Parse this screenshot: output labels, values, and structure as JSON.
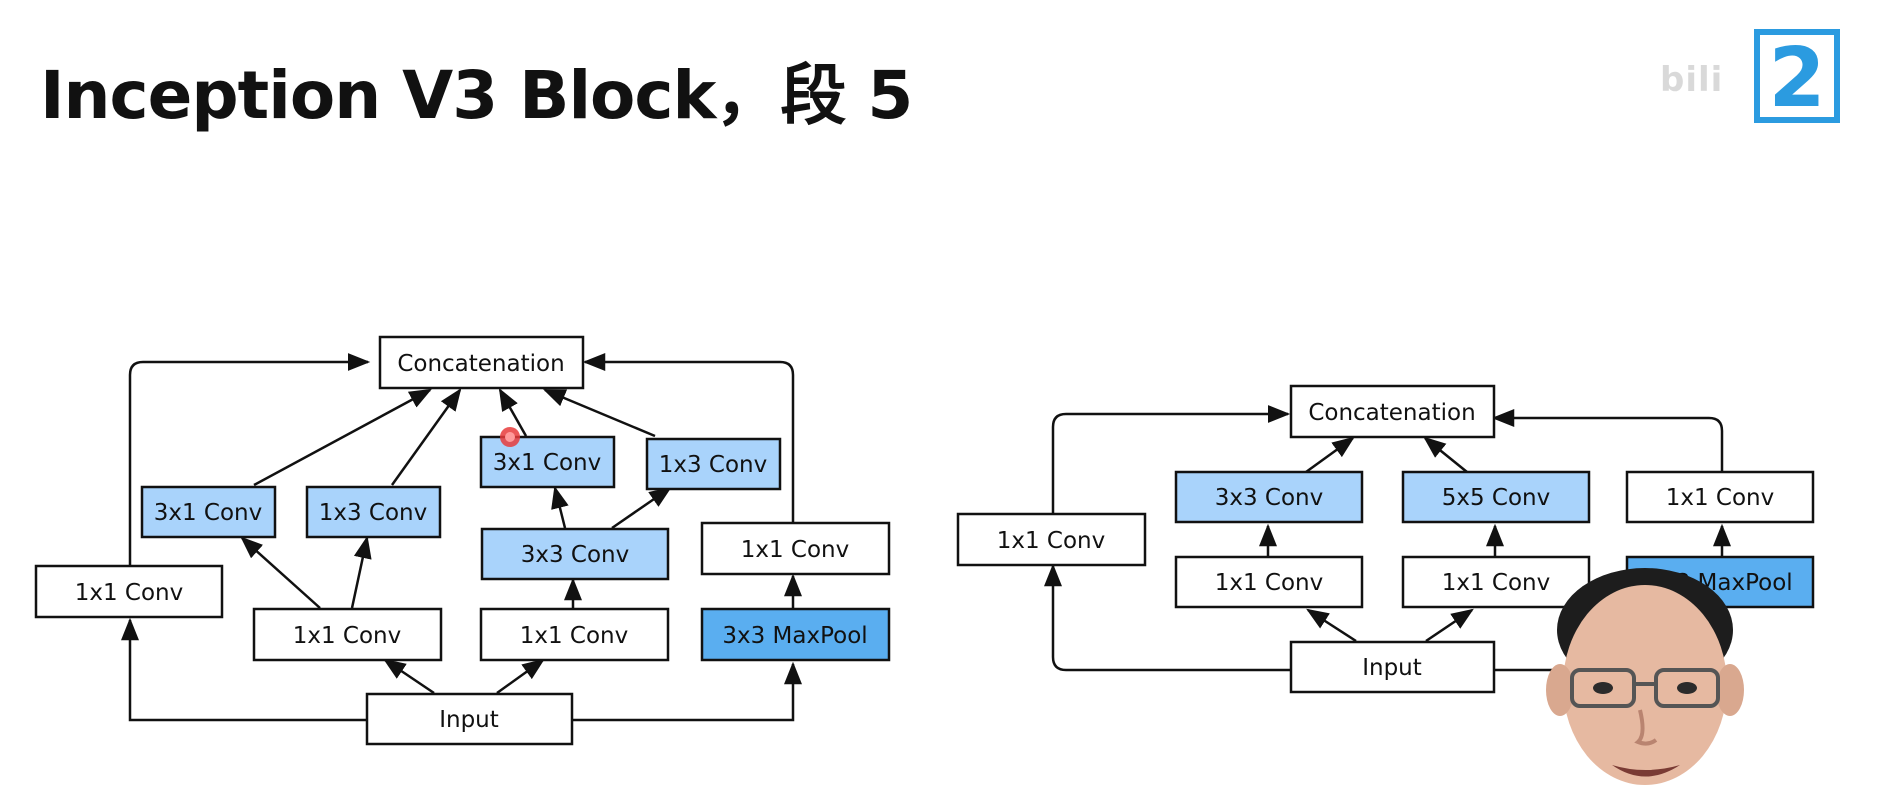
{
  "slide": {
    "title": "Inception V3 Block，段 5",
    "watermark": "bili",
    "logo_text": "2"
  },
  "diagram_left": {
    "concat": "Concatenation",
    "b1_conv1": "1x1 Conv",
    "b2_conv1": "1x1 Conv",
    "b2_conv3x1": "3x1 Conv",
    "b2_conv1x3": "1x3 Conv",
    "b3_conv1": "1x1 Conv",
    "b3_conv3x3": "3x3 Conv",
    "b3_conv3x1": "3x1 Conv",
    "b3_conv1x3": "1x3 Conv",
    "b4_maxpool": "3x3 MaxPool",
    "b4_conv1": "1x1 Conv",
    "input": "Input"
  },
  "diagram_right": {
    "concat": "Concatenation",
    "b1_conv1": "1x1 Conv",
    "b2_conv1": "1x1 Conv",
    "b2_conv3x3": "3x3 Conv",
    "b3_conv1": "1x1 Conv",
    "b3_conv5x5": "5x5 Conv",
    "b4_maxpool": "3x3 MaxPool",
    "b4_conv1": "1x1 Conv",
    "input": "Input"
  },
  "colors": {
    "white_box": "#ffffff",
    "light_blue_box": "#a9d3fb",
    "blue_box": "#5aaef0",
    "stroke": "#111111",
    "laser_pointer": "#e83b3b"
  }
}
